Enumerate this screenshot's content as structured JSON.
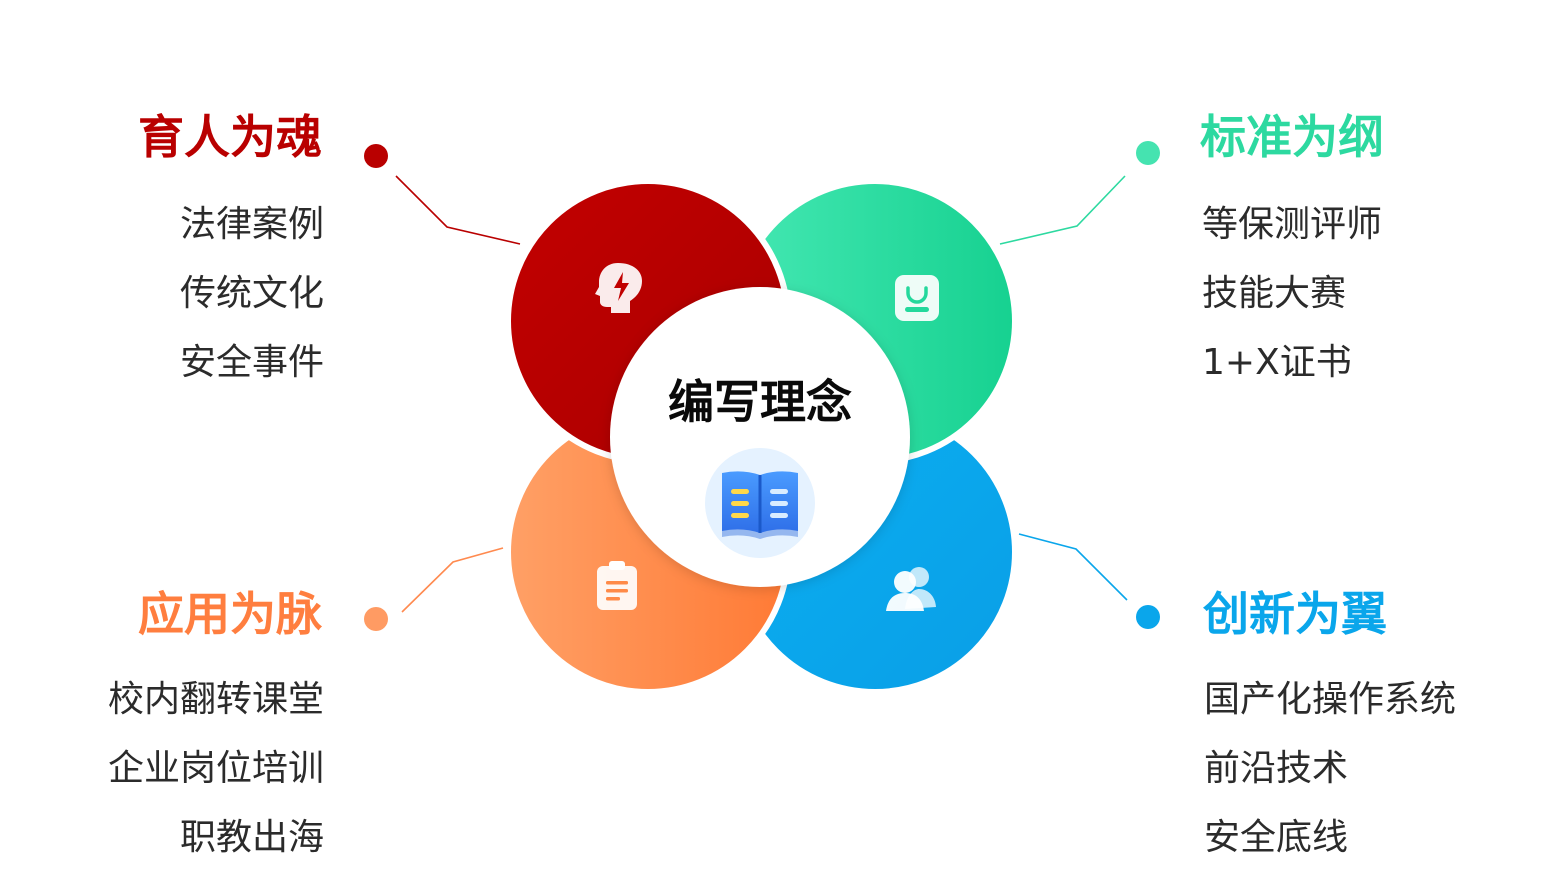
{
  "center": {
    "title": "编写理念",
    "icon": "open-book-icon"
  },
  "colors": {
    "red": "#b90000",
    "green": "#2dd9a0",
    "orange": "#ff7e3f",
    "blue": "#0aa6eb"
  },
  "pillars": [
    {
      "id": "top-left",
      "title": "育人为魂",
      "color": "#b90000",
      "icon": "head-lightning-icon",
      "items": [
        "法律案例",
        "传统文化",
        "安全事件"
      ]
    },
    {
      "id": "top-right",
      "title": "标准为纲",
      "color": "#2dd9a0",
      "icon": "bag-icon",
      "items": [
        "等保测评师",
        "技能大赛",
        "1+X证书"
      ]
    },
    {
      "id": "bottom-left",
      "title": "应用为脉",
      "color": "#ff7e3f",
      "icon": "clipboard-icon",
      "items": [
        "校内翻转课堂",
        "企业岗位培训",
        "职教出海"
      ]
    },
    {
      "id": "bottom-right",
      "title": "创新为翼",
      "color": "#0aa6eb",
      "icon": "users-icon",
      "items": [
        "国产化操作系统",
        "前沿技术",
        "安全底线"
      ]
    }
  ]
}
